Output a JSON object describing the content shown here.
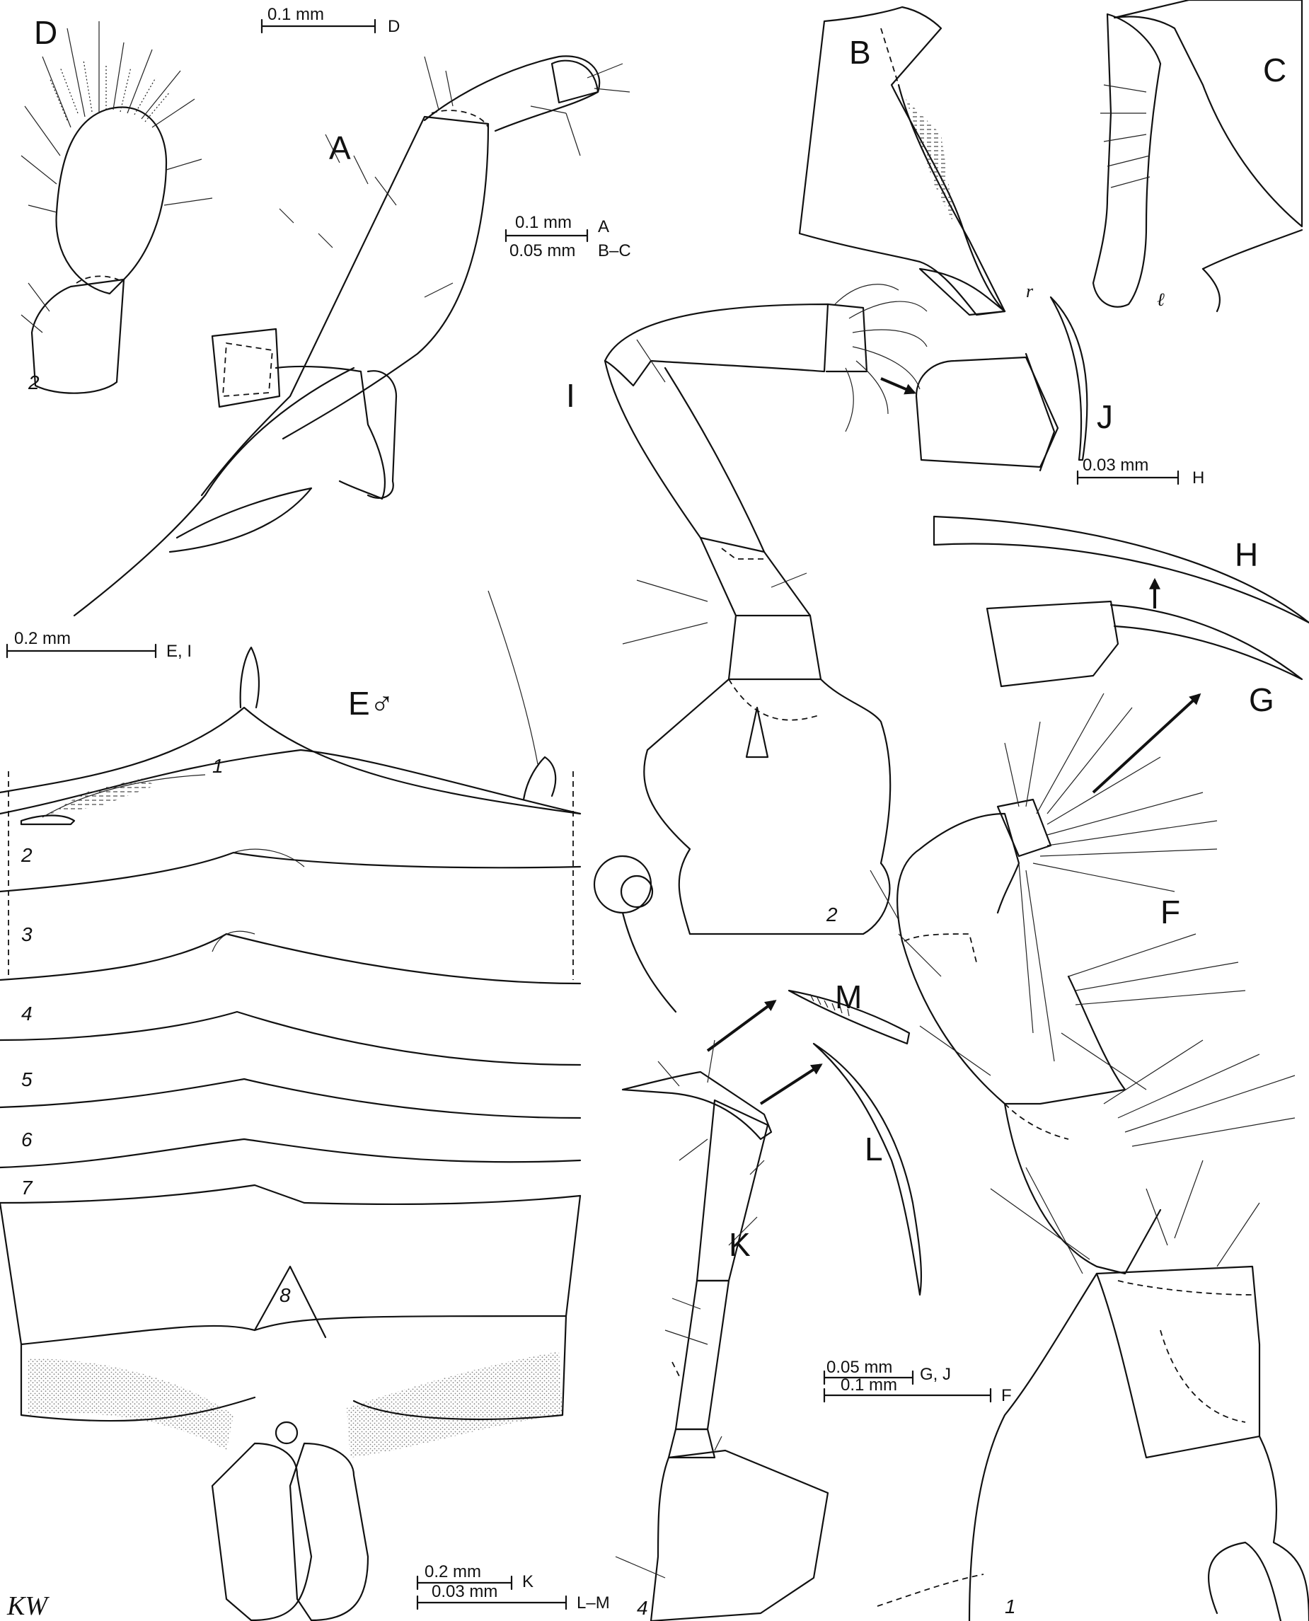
{
  "panels": {
    "A": "A",
    "B": "B",
    "C": "C",
    "D": "D",
    "E": "E♂",
    "F": "F",
    "G": "G",
    "H": "H",
    "I": "I",
    "J": "J",
    "K": "K",
    "L": "L",
    "M": "M"
  },
  "segment_labels": {
    "d_2": "2",
    "i_2": "2",
    "k_4": "4",
    "f_1": "1",
    "e_1": "1",
    "e_2": "2",
    "e_3": "3",
    "e_4": "4",
    "e_5": "5",
    "e_6": "6",
    "e_7": "7",
    "e_8": "8"
  },
  "structure_labels": {
    "r": "r",
    "l": "ℓ"
  },
  "scale_bars": {
    "d": {
      "value": "0.1 mm",
      "applies": "D"
    },
    "a": {
      "value": "0.1 mm",
      "applies": "A"
    },
    "bc": {
      "value": "0.05 mm",
      "applies": "B–C"
    },
    "ei": {
      "value": "0.2 mm",
      "applies": "E, I"
    },
    "h": {
      "value": "0.03 mm",
      "applies": "H"
    },
    "gj": {
      "value": "0.05 mm",
      "applies": "G, J"
    },
    "f": {
      "value": "0.1 mm",
      "applies": "F"
    },
    "k": {
      "value": "0.2 mm",
      "applies": "K"
    },
    "lm": {
      "value": "0.03 mm",
      "applies": "L–M"
    }
  },
  "signature": "KW",
  "colors": {
    "ink": "#111111",
    "paper": "#ffffff"
  }
}
